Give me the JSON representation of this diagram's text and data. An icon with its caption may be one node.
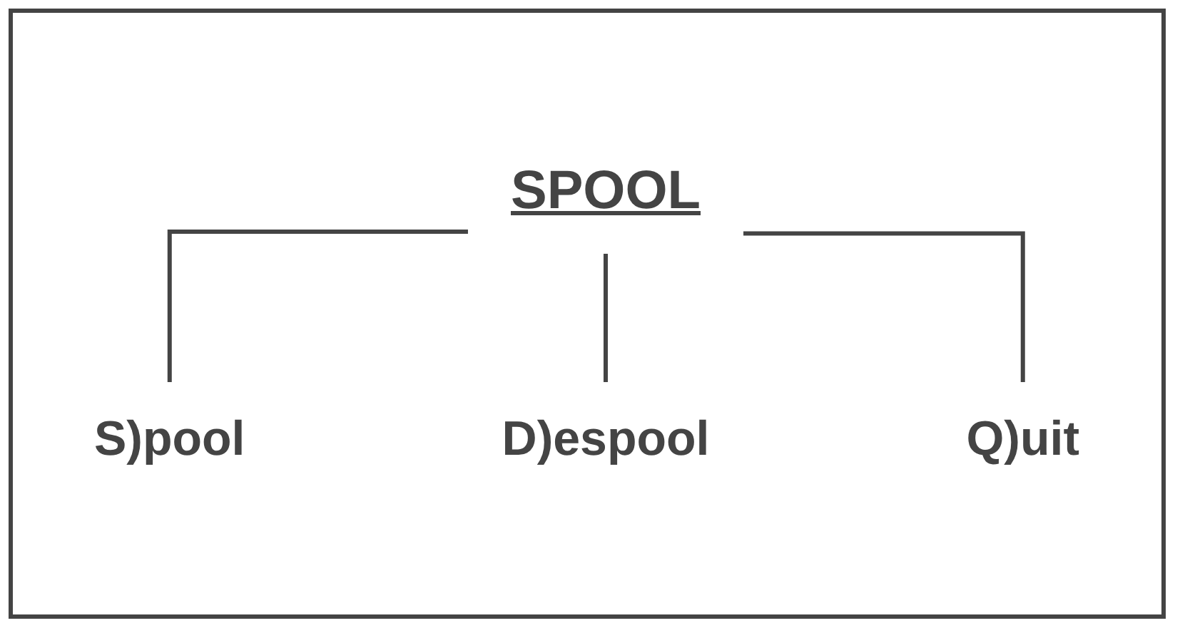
{
  "diagram": {
    "nodes": [
      {
        "text": [
          "SPOOL"
        ]
      },
      {
        "text": [
          "S)pool"
        ]
      },
      {
        "text": [
          "D)espool"
        ]
      },
      {
        "text": [
          "Q)uit"
        ]
      }
    ],
    "edges": [
      {
        "from": 0,
        "to": 1,
        "arrow": "none"
      },
      {
        "from": 0,
        "to": 2,
        "arrow": "none"
      },
      {
        "from": 0,
        "to": 3,
        "arrow": "none"
      }
    ]
  }
}
